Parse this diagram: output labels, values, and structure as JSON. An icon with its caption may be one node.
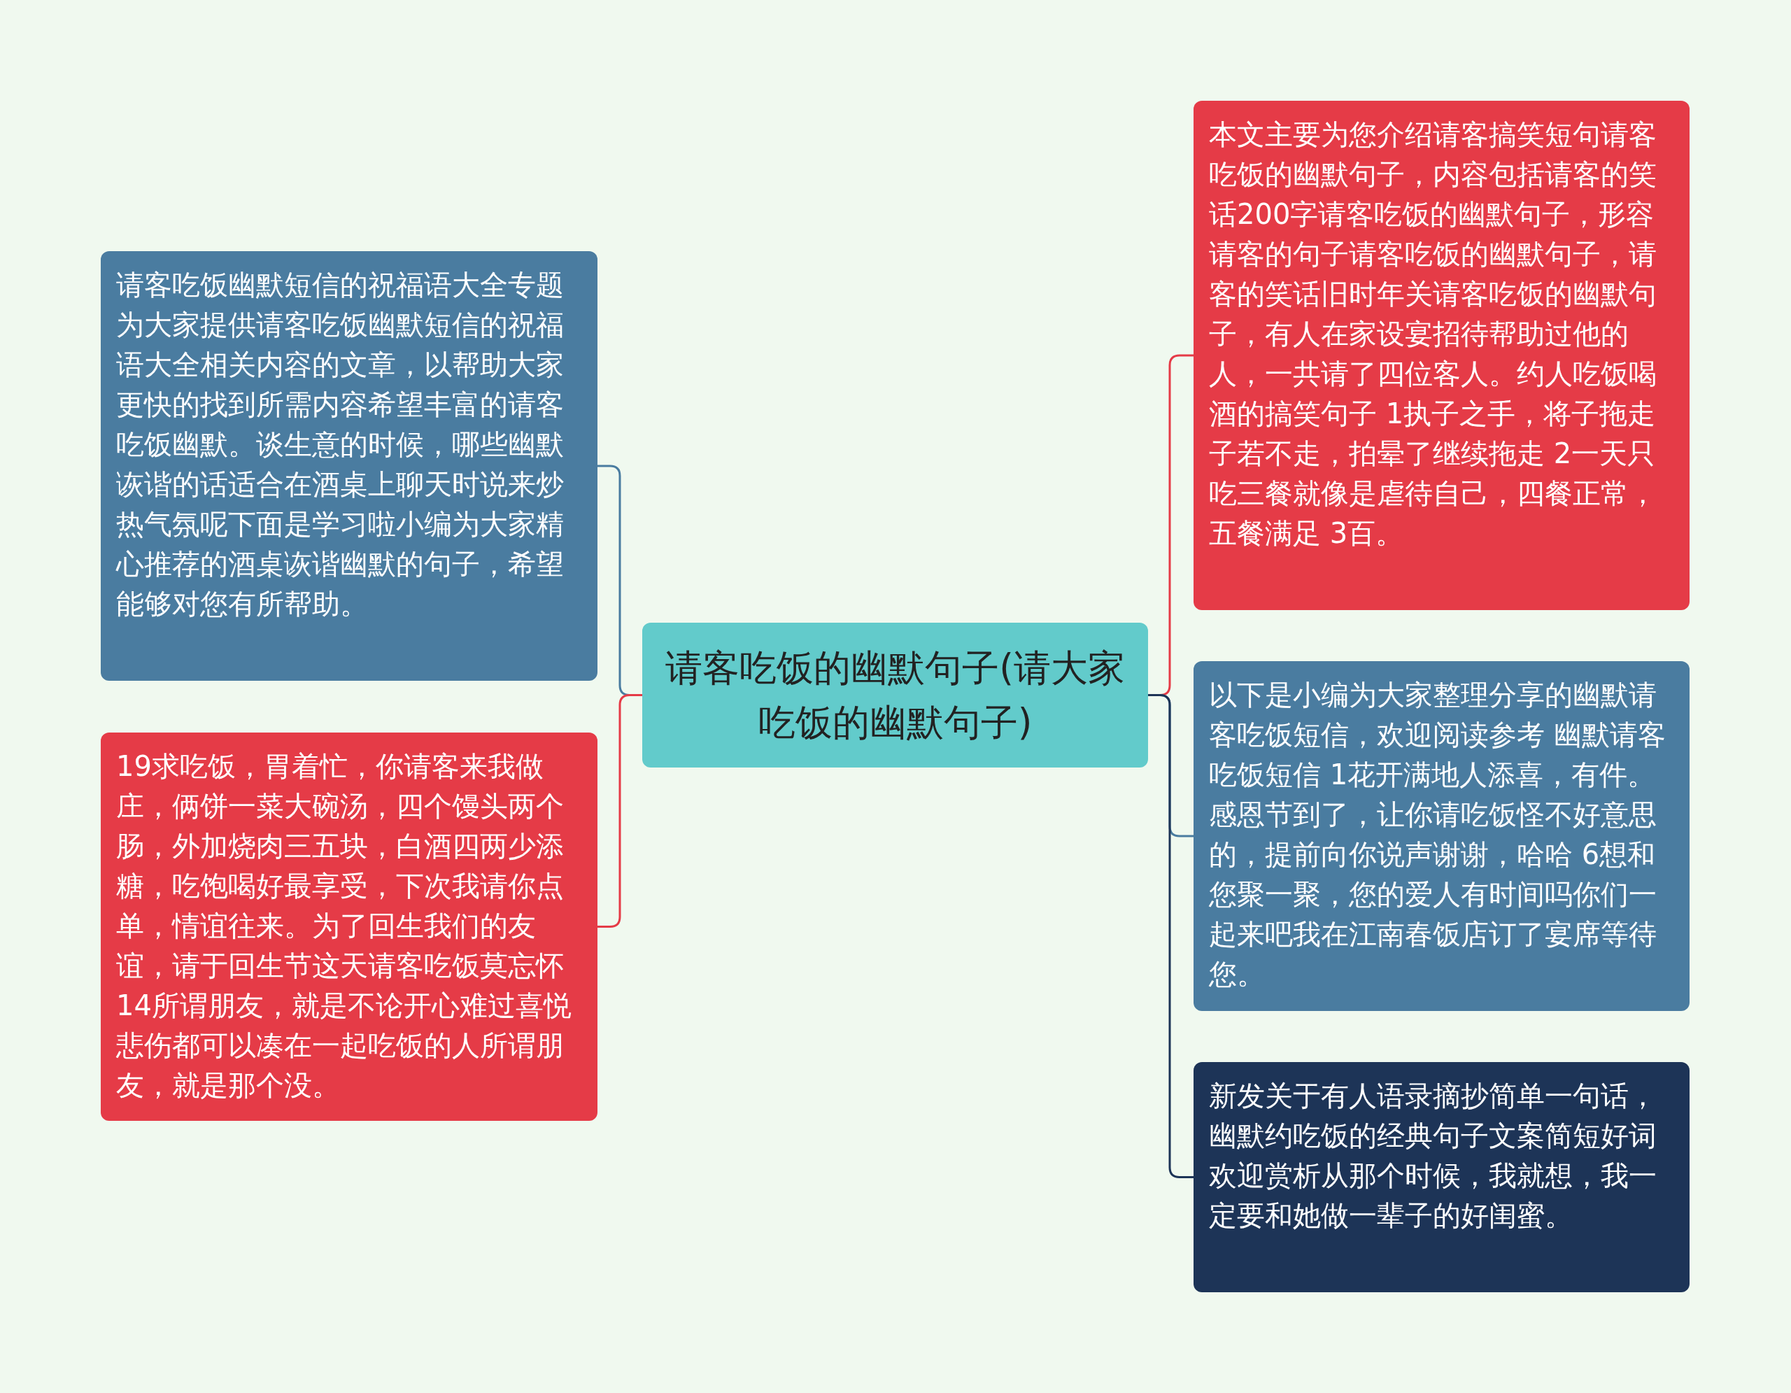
{
  "diagram": {
    "nodes": [
      {
        "text": [
          "请客吃饭的幽默句子(请大家吃饭的幽默句子)"
        ]
      },
      {
        "text": [
          "请客吃饭幽默短信的祝福语大全专题为大家提供请客吃饭幽默短信的祝福语大全相关内容的文章，以帮助大家更快的找到所需内容希望丰富的请客吃饭幽默。谈生意的时候，哪些幽默诙谐的话适合在酒桌上聊天时说来炒热气氛呢下面是学习啦小编为大家精心推荐的酒桌诙谐幽默的句子，希望能够对您有所帮助。"
        ]
      },
      {
        "text": [
          "19求吃饭，胃着忙，你请客来我做庄，俩饼一菜大碗汤，四个馒头两个肠，外加烧肉三五块，白酒四两少添糖，吃饱喝好最享受，下次我请你点单，情谊往来。为了回生我们的友谊，请于回生节这天请客吃饭莫忘怀 14所谓朋友，就是不论开心难过喜悦悲伤都可以凑在一起吃饭的人所谓朋友，就是那个没。"
        ]
      },
      {
        "text": [
          "本文主要为您介绍请客搞笑短句请客吃饭的幽默句子，内容包括请客的笑话200字请客吃饭的幽默句子，形容请客的句子请客吃饭的幽默句子，请客的笑话旧时年关请客吃饭的幽默句子，有人在家设宴招待帮助过他的人，一共请了四位客人。约人吃饭喝酒的搞笑句子 1执子之手，将子拖走子若不走，拍晕了继续拖走 2一天只吃三餐就像是虐待自己，四餐正常，五餐满足 3百。"
        ]
      },
      {
        "text": [
          "以下是小编为大家整理分享的幽默请客吃饭短信，欢迎阅读参考 幽默请客吃饭短信 1花开满地人添喜，有件。感恩节到了，让你请吃饭怪不好意思的，提前向你说声谢谢，哈哈 6想和您聚一聚，您的爱人有时间吗你们一起来吧我在江南春饭店订了宴席等待您。"
        ]
      },
      {
        "text": [
          "新发关于有人语录摘抄简单一句话，幽默约吃饭的经典句子文案简短好词欢迎赏析从那个时候，我就想，我一定要和她做一辈子的好闺蜜。"
        ]
      }
    ],
    "edges": [
      {
        "from": 0,
        "to": 1,
        "arrow": "none",
        "color": "#4a7ca0"
      },
      {
        "from": 0,
        "to": 2,
        "arrow": "none",
        "color": "#e53b47"
      },
      {
        "from": 0,
        "to": 3,
        "arrow": "none",
        "color": "#e53b47"
      },
      {
        "from": 0,
        "to": 4,
        "arrow": "none",
        "color": "#4a7ca0"
      },
      {
        "from": 0,
        "to": 5,
        "arrow": "none",
        "color": "#1d3457"
      }
    ]
  }
}
